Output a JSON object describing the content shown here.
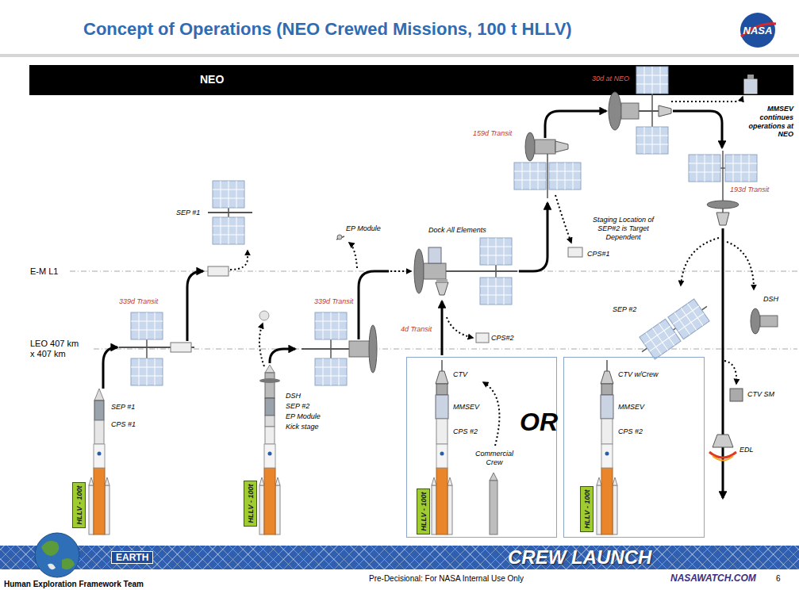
{
  "diagram": {
    "title": "Concept of Operations (NEO Crewed Missions, 100 t HLLV)",
    "nodes": [
      {
        "text": [
          "NEO"
        ]
      },
      {
        "text": [
          "HLLV - 100t"
        ]
      },
      {
        "text": [
          "HLLV - 100t"
        ]
      },
      {
        "text": [
          "CTV",
          "MMSEV",
          "CPS #2",
          "Commercial Crew"
        ]
      },
      {
        "text": [
          "HLLV - 100t"
        ],
        "in": 3
      },
      {
        "text": [
          "CTV w/Crew",
          "MMSEV",
          "CPS #2"
        ]
      },
      {
        "text": [
          "HLLV - 100t"
        ],
        "in": 5
      },
      {
        "text": [
          "EARTH",
          "CREW LAUNCH"
        ]
      }
    ],
    "labels": [
      "NASA",
      "E-M L1",
      "LEO 407 km x 407 km",
      "SEP #1",
      "339d Transit",
      "SEP #1",
      "CPS #1",
      "EP Module",
      "339d Transit",
      "DSH",
      "SEP #2",
      "EP Module",
      "Kick stage",
      "Dock All Elements",
      "4d Transit",
      "CPS#2",
      "OR",
      "159d Transit",
      "CPS#1",
      "Staging Location of SEP#2 is Target Dependent",
      "30d at NEO",
      "MMSEV continues operations at NEO",
      "193d Transit",
      "SEP #2",
      "DSH",
      "CTV SM",
      "EDL",
      "Pre-Decisional: For NASA Internal Use Only",
      "NASAWATCH.COM",
      "6",
      "Human Exploration Framework Team"
    ]
  }
}
